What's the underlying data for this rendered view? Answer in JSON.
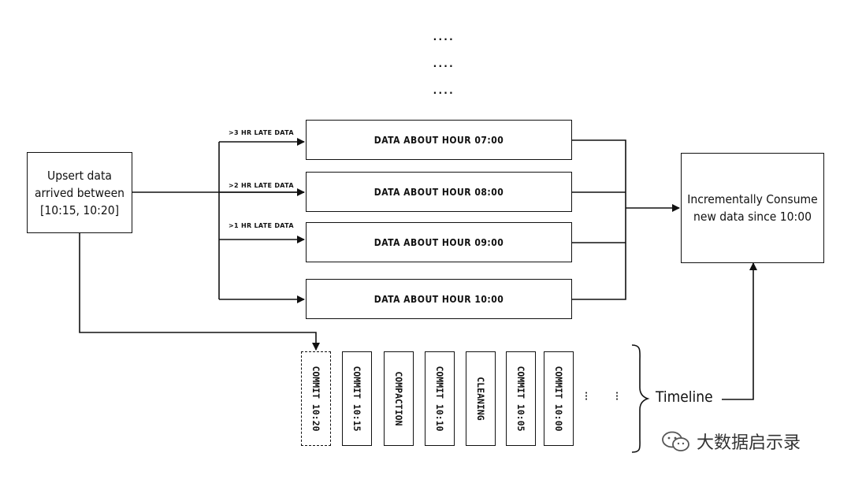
{
  "source_box": {
    "lines": [
      "Upsert data",
      "arrived between",
      "[10:15, 10:20]"
    ]
  },
  "top_dots": [
    "....",
    "....",
    "...."
  ],
  "hour_boxes": [
    {
      "label": "DATA ABOUT HOUR 07:00",
      "late_label": ">3 HR LATE DATA"
    },
    {
      "label": "DATA ABOUT HOUR 08:00",
      "late_label": ">2 HR LATE DATA"
    },
    {
      "label": "DATA ABOUT HOUR 09:00",
      "late_label": ">1 HR LATE DATA"
    },
    {
      "label": "DATA ABOUT HOUR 10:00",
      "late_label": ""
    }
  ],
  "consumer_box": {
    "lines": [
      "Incrementally Consume",
      "new data since 10:00"
    ]
  },
  "timeline": {
    "items": [
      {
        "label": "COMMIT 10:20",
        "style": "dashed"
      },
      {
        "label": "COMMIT 10:15",
        "style": "solid"
      },
      {
        "label": "COMPACTION",
        "style": "solid"
      },
      {
        "label": "COMMIT 10:10",
        "style": "solid"
      },
      {
        "label": "CLEANING",
        "style": "solid"
      },
      {
        "label": "COMMIT 10:05",
        "style": "solid"
      },
      {
        "label": "COMMIT 10:00",
        "style": "solid"
      }
    ],
    "label": "Timeline"
  },
  "watermark": {
    "text": "大数据启示录",
    "icon": "wechat-icon"
  }
}
